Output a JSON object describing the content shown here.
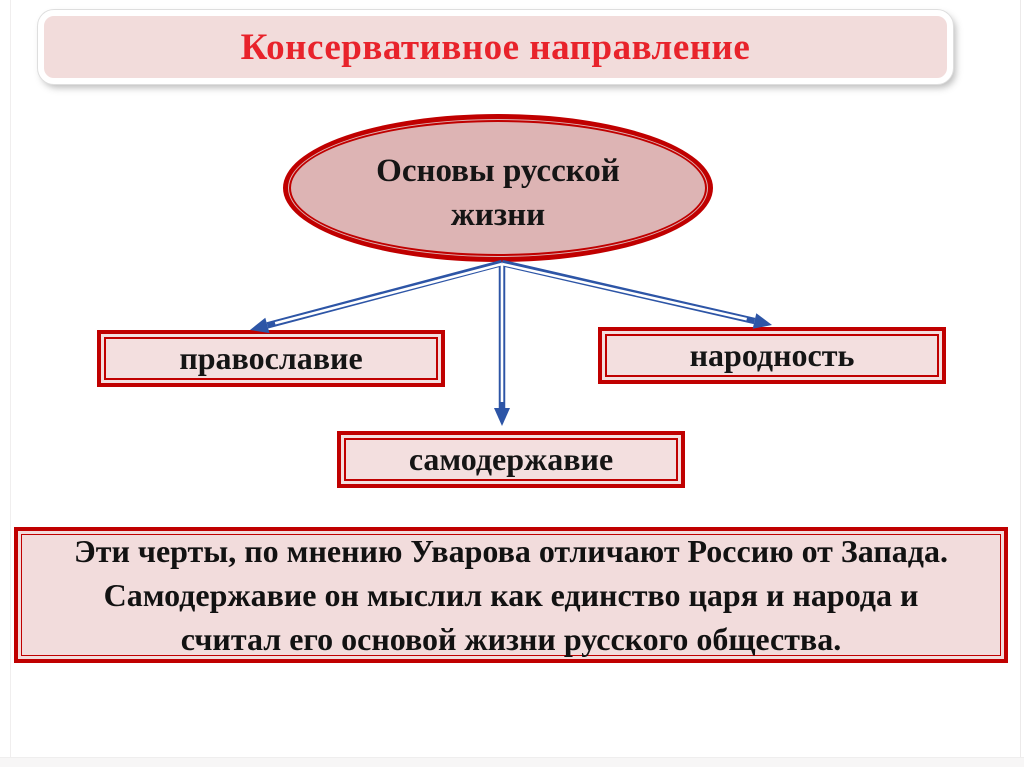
{
  "slide": {
    "title": "Консервативное направление",
    "ellipse": {
      "label": "Основы русской жизни",
      "line1": "Основы русской",
      "line2": "жизни"
    },
    "nodes": {
      "pravoslavie": {
        "label": "православие"
      },
      "narodnost": {
        "label": "народность"
      },
      "samoderzhavie": {
        "label": "самодержавие"
      }
    },
    "edges": [
      {
        "from": "Основы русской жизни",
        "to": "православие"
      },
      {
        "from": "Основы русской жизни",
        "to": "самодержавие"
      },
      {
        "from": "Основы русской жизни",
        "to": "народность"
      }
    ],
    "note": {
      "line1": "Эти черты, по мнению Уварова отличают Россию от Запада.",
      "line2": "Самодержавие он мыслил как единство царя и народа и",
      "line3": "считал его основой жизни русского общества."
    },
    "colors": {
      "border_red": "#c00000",
      "title_red": "#e8232b",
      "arrow_blue": "#2d55a6",
      "banner_fill": "#f2dcdb",
      "ellipse_fill": "#ddb4b4",
      "box_fill": "#f3dfdf",
      "note_fill": "#f2dcdc",
      "text_black": "#151515"
    }
  }
}
